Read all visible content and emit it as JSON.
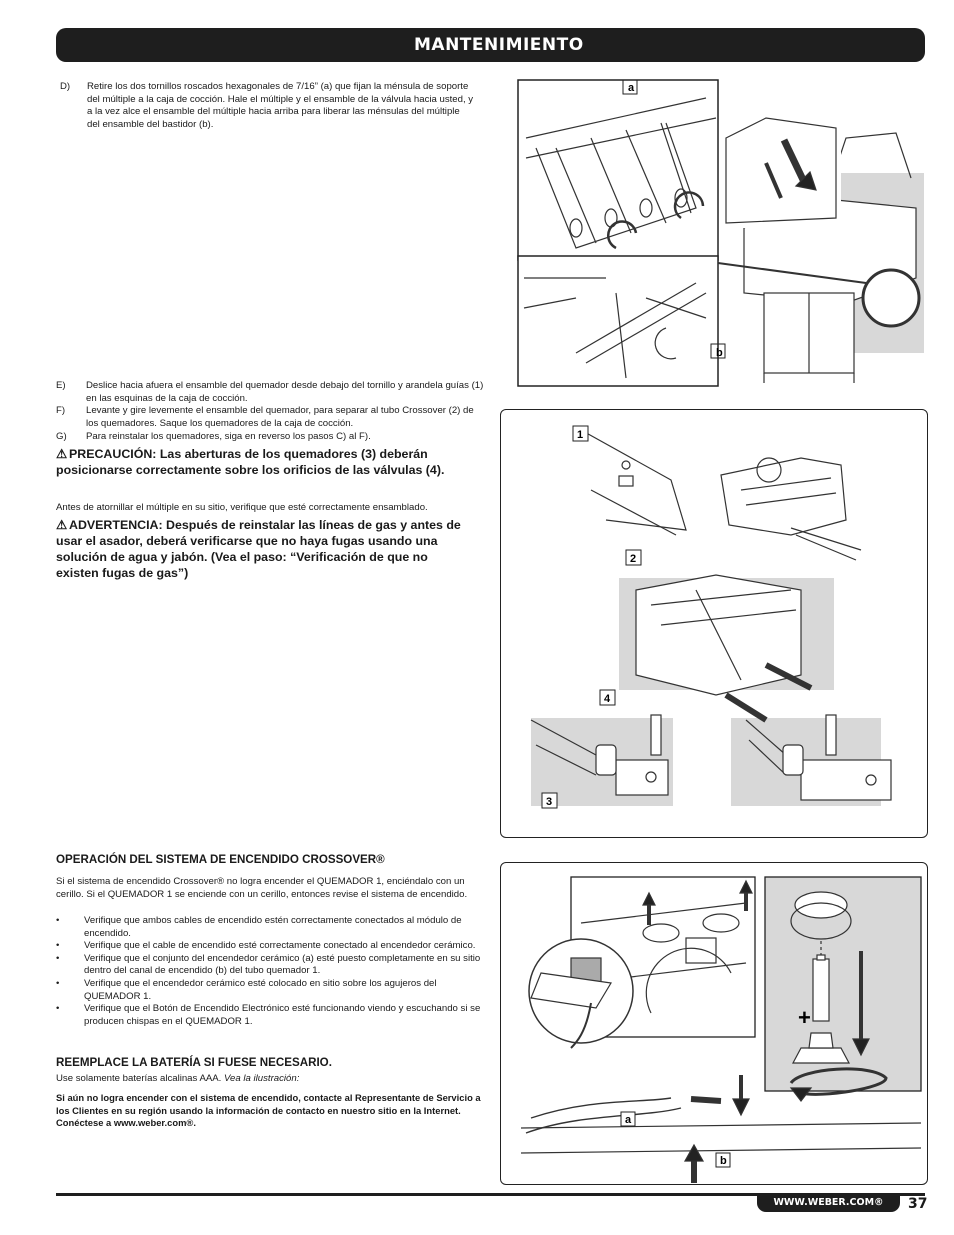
{
  "header": {
    "title": "MANTENIMIENTO"
  },
  "step_d": {
    "letter": "D)",
    "text": "Retire los dos tornillos roscados hexagonales de 7/16” (a) que fijan la ménsula de soporte del múltiple a la caja de cocción. Hale el múltiple y el ensamble de la válvula hacia usted, y a la vez alce el ensamble del múltiple hacia arriba para liberar las ménsulas del múltiple del ensamble del bastidor (b)."
  },
  "step_e": {
    "letter": "E)",
    "text": "Deslice hacia afuera el ensamble del quemador desde debajo del tornillo y arandela guías (1) en las esquinas de la caja de cocción."
  },
  "step_f": {
    "letter": "F)",
    "text": "Levante y gire levemente el ensamble del quemador, para separar al tubo Crossover (2) de los quemadores. Saque los quemadores de la caja de cocción."
  },
  "step_g": {
    "letter": "G)",
    "text": "Para reinstalar los quemadores, siga en reverso los pasos C) al F)."
  },
  "caution": {
    "icon": "⚠",
    "text": "PRECAUCIÓN: Las aberturas de los quemadores (3) deberán posicionarse correctamente sobre los orificios de las válvulas (4)."
  },
  "check_note": "Antes de atornillar el múltiple en su sitio, verifique que esté correctamente ensamblado.",
  "warning": {
    "icon": "⚠",
    "text": "ADVERTENCIA: Después de reinstalar las líneas de gas y antes de usar el asador, deberá verificarse que no haya fugas usando una solución de agua y jabón. (Vea el paso: “Verificación de que no existen fugas de gas”)"
  },
  "crossover": {
    "heading": "OPERACIÓN DEL SISTEMA DE ENCENDIDO CROSSOVER®",
    "intro": "Si el sistema de encendido Crossover® no logra encender el QUEMADOR 1, enciéndalo con un cerillo. Si el QUEMADOR 1 se enciende con un cerillo, entonces revise el sistema de encendido.",
    "bullets": [
      "Verifique que ambos cables de encendido estén correctamente conectados al módulo de encendido.",
      "Verifique que el cable de encendido esté correctamente conectado al encendedor cerámico.",
      "Verifique que el conjunto del encendedor cerámico (a) esté puesto completamente en su sitio dentro del canal de encendido (b) del tubo quemador 1.",
      "Verifique que el encendedor cerámico esté colocado en sitio sobre los agujeros del QUEMADOR 1.",
      "Verifique que el Botón de Encendido Electrónico esté funcionando viendo y escuchando si se producen chispas en el QUEMADOR 1."
    ]
  },
  "battery": {
    "heading": "REEMPLACE LA BATERÍA SI FUESE NECESARIO.",
    "text": "Use solamente baterías alcalinas AAA.",
    "see": "Vea la ilustración:"
  },
  "contact_note": "Si aún no logra encender con el sistema de encendido, contacte al Representante de Servicio a los Clientes en su región usando la información de contacto en nuestro sitio en la Internet. Conéctese a www.weber.com®.",
  "figure_labels": {
    "a": "a",
    "b": "b",
    "n1": "1",
    "n2": "2",
    "n3": "3",
    "n4": "4",
    "plus": "+"
  },
  "footer": {
    "url": "WWW.WEBER.COM®",
    "page": "37"
  }
}
